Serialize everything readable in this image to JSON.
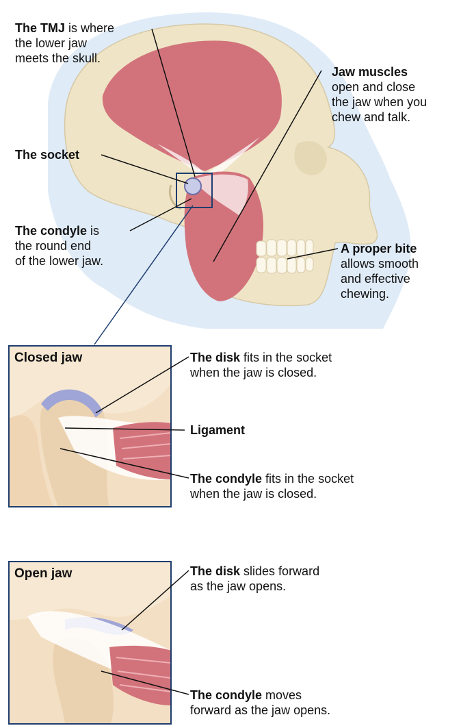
{
  "colors": {
    "skull": "#efe4c6",
    "muscle": "#d2737b",
    "tendon": "#ffffff",
    "line": "#1e3d6e",
    "glow": "#d9e8f7",
    "skin": "#efd2ad"
  },
  "labels": {
    "tmj": {
      "bold": "The TMJ",
      "rest1": " is where",
      "line2": "the lower jaw",
      "line3": "meets the skull."
    },
    "muscles": {
      "bold": "Jaw muscles",
      "line2": "open and close",
      "line3": "the jaw when you",
      "line4": "chew and talk."
    },
    "socket": {
      "bold": "The socket"
    },
    "condyle": {
      "bold": "The condyle",
      "rest1": " is",
      "line2": "the round end",
      "line3": "of the lower jaw."
    },
    "bite": {
      "bold": "A proper bite",
      "line2": "allows smooth",
      "line3": "and effective",
      "line4": "chewing."
    },
    "disk_closed": {
      "bold": "The disk",
      "rest1": " fits in the socket",
      "line2": "when the jaw is closed."
    },
    "ligament": {
      "bold": "Ligament"
    },
    "condyle_closed": {
      "bold": "The condyle",
      "rest1": " fits in the socket",
      "line2": "when the jaw is closed."
    },
    "disk_open": {
      "bold": "The disk",
      "rest1": " slides forward",
      "line2": "as the jaw opens."
    },
    "condyle_open": {
      "bold": "The condyle",
      "rest1": " moves",
      "line2": "forward as the jaw opens."
    }
  },
  "insets": {
    "closed_title": "Closed jaw",
    "open_title": "Open jaw"
  }
}
